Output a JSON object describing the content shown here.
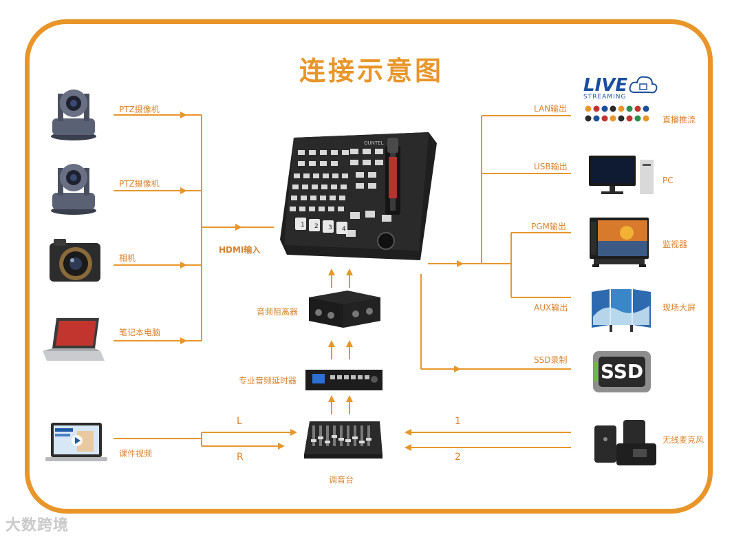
{
  "title": "连接示意图",
  "inputs": {
    "ptz1": "PTZ摄像机",
    "ptz2": "PTZ摄像机",
    "camera": "相机",
    "laptop": "笔记本电脑",
    "hdmi_in": "HDMI输入",
    "course_video": "课件视频"
  },
  "mixer": {
    "brand": "OUNTEL",
    "keys": [
      "1",
      "2",
      "3",
      "4"
    ]
  },
  "audio_chain": {
    "isolator": "音频阻离器",
    "delay": "专业音频延时器",
    "console": "调音台",
    "left": "L",
    "right": "R",
    "ch1": "1",
    "ch2": "2"
  },
  "outputs": {
    "lan": "LAN输出",
    "usb": "USB输出",
    "pgm": "PGM输出",
    "aux": "AUX输出",
    "ssd_rec": "SSD录制",
    "live": "直播推流",
    "pc": "PC",
    "monitor": "监视器",
    "big_screen": "现场大屏",
    "mic": "无线麦克风"
  },
  "logos": {
    "live": "LIVE",
    "streaming": "STREAMING",
    "ssd": "SSD"
  },
  "watermark": "大数跨境",
  "colors": {
    "accent": "#e8962a",
    "label": "#d9822b",
    "device": "#2b2b2b"
  }
}
